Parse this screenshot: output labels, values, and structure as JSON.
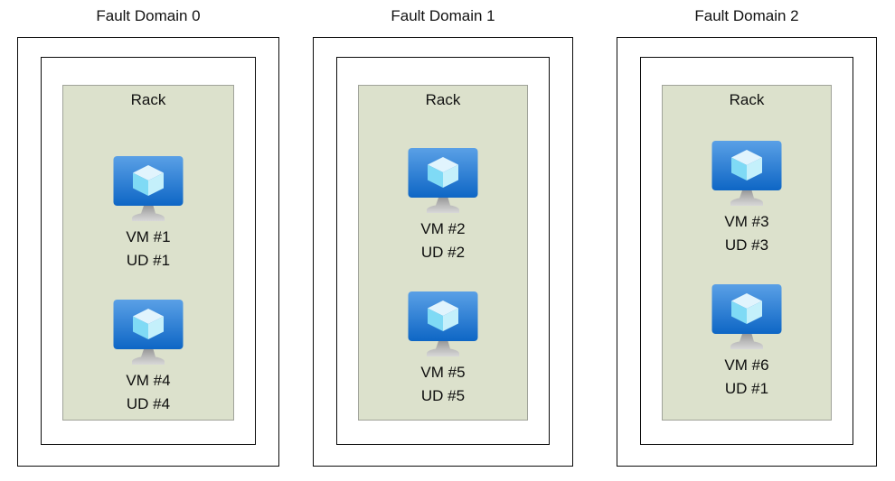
{
  "diagram": {
    "description": "Azure availability set fault domain diagram",
    "fault_domains": [
      {
        "title": "Fault Domain 0",
        "rack_label": "Rack",
        "vms": [
          {
            "vm_label": "VM #1",
            "ud_label": "UD #1"
          },
          {
            "vm_label": "VM #4",
            "ud_label": "UD #4"
          }
        ]
      },
      {
        "title": "Fault Domain 1",
        "rack_label": "Rack",
        "vms": [
          {
            "vm_label": "VM #2",
            "ud_label": "UD #2"
          },
          {
            "vm_label": "VM #5",
            "ud_label": "UD #5"
          }
        ]
      },
      {
        "title": "Fault Domain 2",
        "rack_label": "Rack",
        "vms": [
          {
            "vm_label": "VM #3",
            "ud_label": "UD #3"
          },
          {
            "vm_label": "VM #6",
            "ud_label": "UD #1"
          }
        ]
      }
    ],
    "icons": {
      "vm_icon_name": "vm-monitor-icon"
    },
    "colors": {
      "background": "#ffffff",
      "box_border": "#0b0b0b",
      "rack_background": "#dce1cc",
      "rack_border": "#a0a39a",
      "screen_gradient_top": "#5aa0e6",
      "screen_gradient_bottom": "#0e66c5",
      "cube_top_face": "#e1f4fd",
      "cube_left_face": "#7fdaf5",
      "cube_right_face": "#c4f0fb",
      "stand_gradient_top": "#989898",
      "stand_gradient_bottom": "#d8d8d8",
      "text": "#111111"
    }
  }
}
